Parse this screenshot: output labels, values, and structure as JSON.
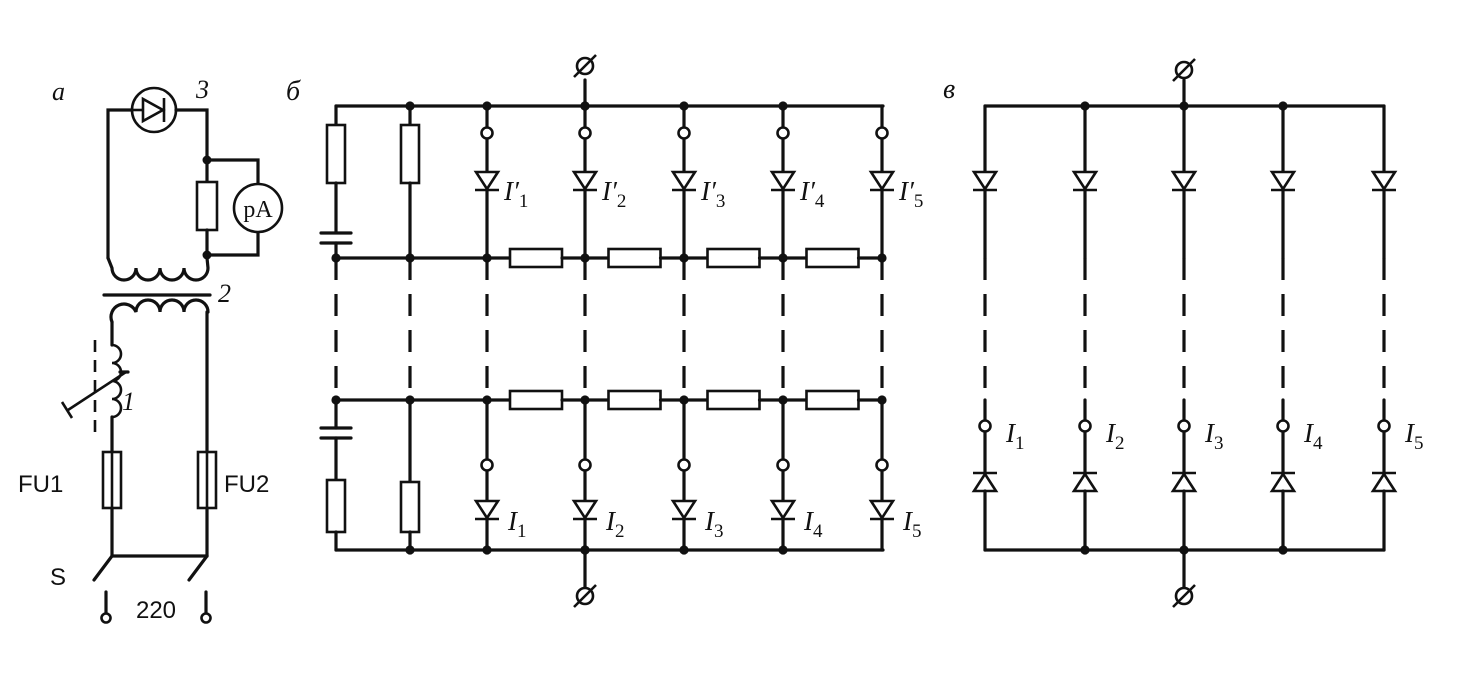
{
  "panels": {
    "a": {
      "letter": "а",
      "diode_number": "3",
      "transformer_number": "2",
      "autotransformer_number": "1",
      "meter": "pA",
      "fuse1": "FU1",
      "fuse2": "FU2",
      "switch": "S",
      "voltage": "220"
    },
    "b": {
      "letter": "б",
      "upper_labels": [
        "I′₁",
        "I′₂",
        "I′₃",
        "I′₄",
        "I′₅"
      ],
      "lower_labels": [
        "I₁",
        "I₂",
        "I₃",
        "I₄",
        "I₅"
      ]
    },
    "v": {
      "letter": "в",
      "labels": [
        "I₁",
        "I₂",
        "I₃",
        "I₄",
        "I₅"
      ]
    }
  }
}
